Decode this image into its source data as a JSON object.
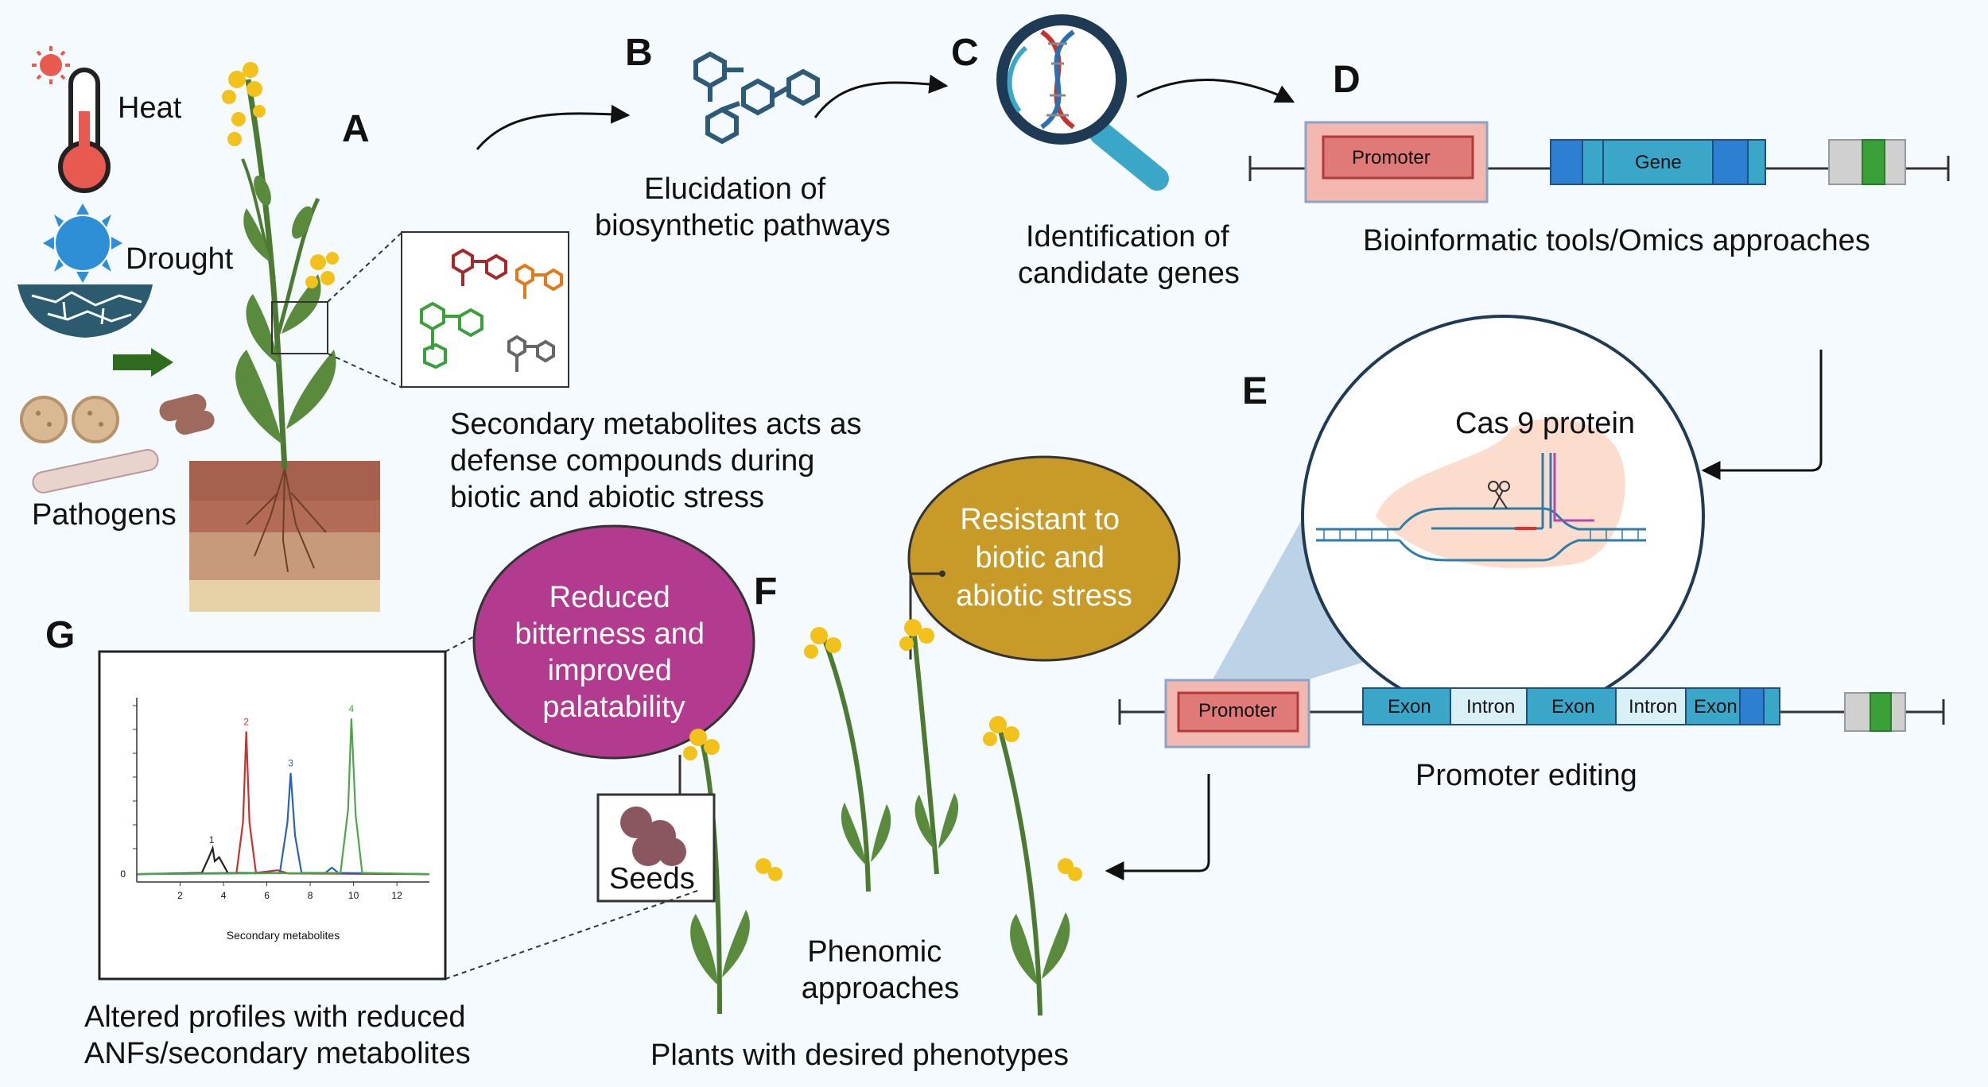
{
  "panels": {
    "a": "A",
    "b": "B",
    "c": "C",
    "d": "D",
    "e": "E",
    "f": "F",
    "g": "G"
  },
  "stress": {
    "heat": "Heat",
    "drought": "Drought",
    "pathogens": "Pathogens"
  },
  "captions": {
    "secondary_metabolites": [
      "Secondary metabolites acts as",
      "defense compounds during",
      "biotic and abiotic stress"
    ],
    "elucidation": [
      "Elucidation of",
      "biosynthetic pathways"
    ],
    "identification": [
      "Identification of",
      "candidate genes"
    ],
    "bioinformatics": "Bioinformatic tools/Omics approaches",
    "promoter_editing": "Promoter editing",
    "phenomic": [
      "Phenomic",
      "approaches"
    ],
    "desired_plants": "Plants with desired phenotypes",
    "altered_profiles": [
      "Altered profiles with reduced",
      "ANFs/secondary metabolites"
    ],
    "seeds": "Seeds"
  },
  "gene_d": {
    "promoter": "Promoter",
    "gene": "Gene"
  },
  "gene_e": {
    "promoter": "Promoter",
    "segments": [
      "Exon",
      "Intron",
      "Exon",
      "Intron",
      "Exon"
    ]
  },
  "cas9": {
    "label": "Cas 9 protein"
  },
  "bubbles": {
    "reduced": [
      "Reduced",
      "bitterness and",
      "improved",
      "palatability"
    ],
    "resistant": [
      "Resistant to",
      "biotic and",
      "abiotic stress"
    ]
  },
  "colors": {
    "bubble_purple": "#b23a8f",
    "bubble_gold": "#c89a27",
    "promoter_red": "#e07a78",
    "gene_blue": "#3aa7c9",
    "exon_dark": "#2d7fd1",
    "leaf_green": "#5a8a3c",
    "flower_yellow": "#f2c21a"
  },
  "chart_data": {
    "type": "line",
    "xlabel": "Secondary metabolites",
    "ylabel": "",
    "xlim": [
      0,
      13.5
    ],
    "ylim": [
      -0.3,
      13
    ],
    "x_ticks": [
      2,
      4,
      6,
      8,
      10,
      12
    ],
    "y_ticks": [
      0
    ],
    "series": [
      {
        "name": "",
        "color": "#222222",
        "x": [
          0,
          3.0,
          3.3,
          3.5,
          3.6,
          3.8,
          4.2,
          13.5
        ],
        "y": [
          0,
          0.1,
          1.2,
          2.0,
          1.0,
          1.3,
          0.1,
          0
        ]
      },
      {
        "name": "",
        "color": "#c8322c",
        "x": [
          0,
          4.6,
          4.9,
          5.05,
          5.2,
          5.5,
          6.5,
          7.0,
          13.5
        ],
        "y": [
          0,
          0.1,
          4.0,
          11.0,
          4.0,
          0.1,
          0.3,
          0.05,
          0
        ]
      },
      {
        "name": "",
        "color": "#2a62b8",
        "x": [
          0,
          6.6,
          6.95,
          7.1,
          7.3,
          7.6,
          8.7,
          9.0,
          9.3,
          13.5
        ],
        "y": [
          0,
          0.1,
          4.0,
          7.8,
          3.0,
          0.1,
          0.1,
          0.5,
          0.1,
          0
        ]
      },
      {
        "name": "",
        "color": "#4aa84a",
        "x": [
          0,
          9.4,
          9.75,
          9.9,
          10.1,
          10.4,
          13.5
        ],
        "y": [
          0,
          0.1,
          5.0,
          12.0,
          4.5,
          0.1,
          0
        ]
      }
    ],
    "peak_labels": [
      {
        "text": "1",
        "x": 3.45,
        "y": 2.4,
        "color": "#222222"
      },
      {
        "text": "2",
        "x": 5.05,
        "y": 11.5,
        "color": "#c8322c"
      },
      {
        "text": "3",
        "x": 7.1,
        "y": 8.3,
        "color": "#2a62b8"
      },
      {
        "text": "4",
        "x": 9.9,
        "y": 12.5,
        "color": "#4aa84a"
      }
    ]
  }
}
